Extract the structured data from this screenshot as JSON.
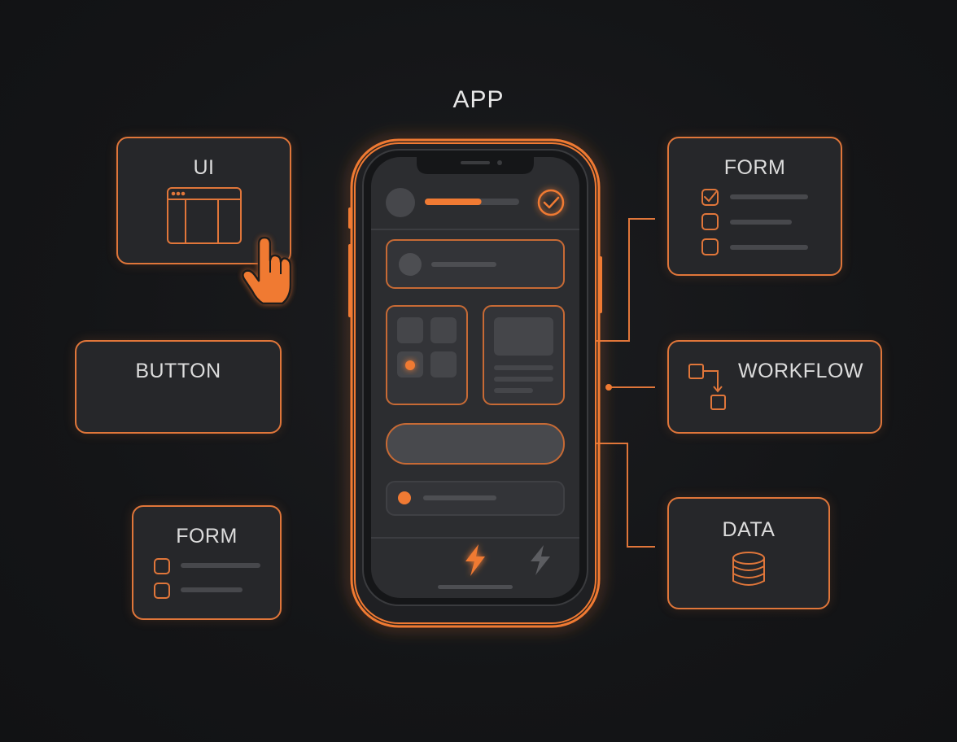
{
  "title": "APP",
  "colors": {
    "accent": "#f07a33",
    "card_bg": "#26272a",
    "background": "#141517",
    "screen_bg": "#2c2d30",
    "muted": "#4a4b4f"
  },
  "cards": {
    "ui": {
      "label": "UI",
      "icon": "browser-window-icon"
    },
    "button": {
      "label": "BUTTON"
    },
    "form_left": {
      "label": "FORM",
      "icon": "checkbox-list-icon"
    },
    "form_right": {
      "label": "FORM",
      "icon": "checklist-icon"
    },
    "workflow": {
      "label": "WORKFLOW",
      "icon": "flowchart-icon"
    },
    "data": {
      "label": "DATA",
      "icon": "database-icon"
    }
  },
  "phone": {
    "nav_icons": [
      "lightning-active-icon",
      "lightning-inactive-icon"
    ],
    "progress": 0.6
  }
}
